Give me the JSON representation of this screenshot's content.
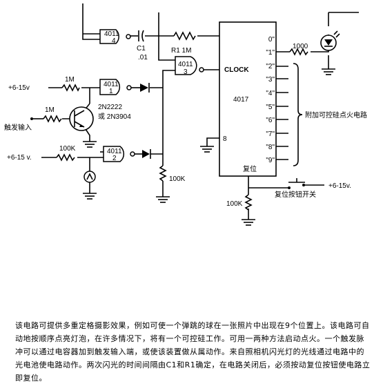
{
  "gates": {
    "g4": {
      "name": "4011",
      "num": "4"
    },
    "g3": {
      "name": "4011",
      "num": "3"
    },
    "g1": {
      "name": "4011",
      "num": "1"
    },
    "g2": {
      "name": "4011",
      "num": "2"
    }
  },
  "components": {
    "c1": "C1",
    "c1_value": ".01",
    "r1": "R1 1M",
    "r_led": "1000",
    "r_1m_a": "1M",
    "r_1m_b": "1M",
    "r_100k_in": "100K",
    "r_100k_bias": "100K",
    "r_100k_reset": "100K",
    "transistor_a": "2N2222",
    "transistor_b": "或 2N3904",
    "reset_switch": "复位按钮开关"
  },
  "supplies": {
    "top": "+6-15v",
    "bottom": "+6-15 v.",
    "reset": "+6-15v."
  },
  "labels": {
    "trigger": "触发输入"
  },
  "ic": {
    "name": "4017",
    "clock": "CLOCK",
    "pin8": "8",
    "reset": "复位",
    "outputs": [
      "0\"",
      "\"1\"",
      "\"2\"",
      "\"3\"",
      "\"4\"",
      "\"5\"",
      "\"6\"",
      "\"7\"",
      "\"8\"",
      "\"9\""
    ]
  },
  "annotation": "附加可控硅点火电路",
  "caption": "该电路可提供多重定格摄影效果，例如可使一个弹跳的球在一张照片中出现在9个位置上。该电路可自动地按顺序点亮灯泡，在许多情况下，将有一个可控硅工作。可用一两种方法启动点火。一个触发脉冲可以通过电容器加到触发输入端，或使该装置做从属动作。来自照相机闪光灯的光线通过电路中的光电池使电路动作。两次闪光的时间间隔由C1和R1确定，在电路关闭后，必须按动复位按钮使电路立即复位。"
}
